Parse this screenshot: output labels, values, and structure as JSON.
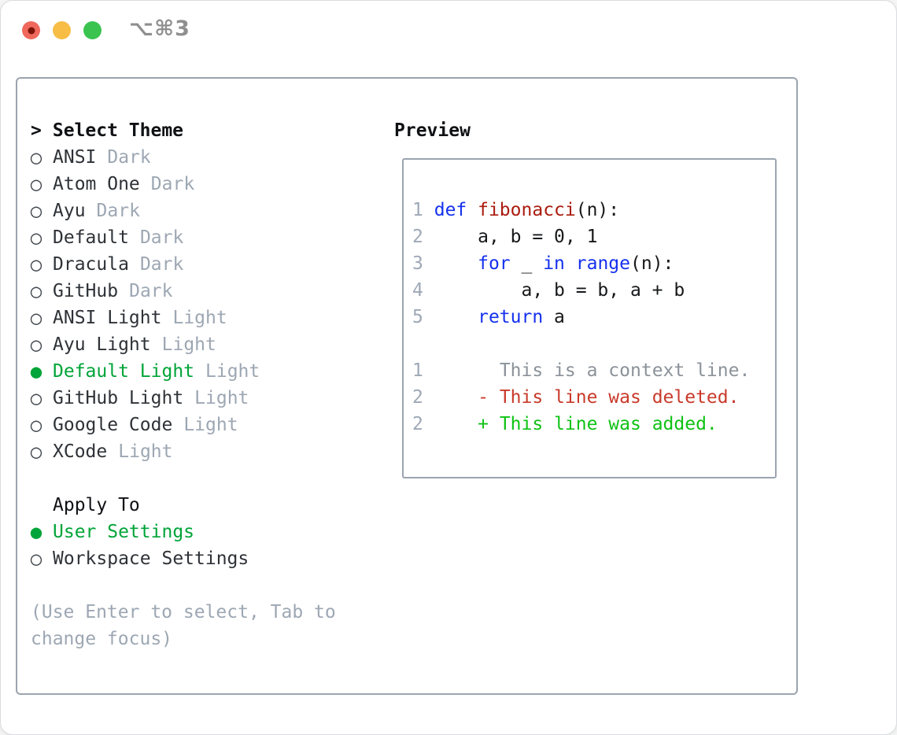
{
  "palette": {
    "tl_red": "#f0685c",
    "tl_red_dot": "#7e1409",
    "tl_yellow": "#f7bd45",
    "tl_green": "#3ac44f",
    "shortcut": "#8f8f8f",
    "panel_border": "#9ba4af",
    "heading": "#101114",
    "text": "#2e3237",
    "muted": "#9da7b3",
    "radio": "#43484e",
    "accent": "#00a438",
    "line_number": "#9ea8b6",
    "code_text": "#17181a",
    "keyword": "#1431ee",
    "function": "#aa1c0f",
    "context": "#8b9299",
    "deleted": "#c93a2b",
    "added": "#0fc214"
  },
  "glyphs": {
    "radio_unselected": "○",
    "radio_selected": "●"
  },
  "window": {
    "shortcut_label": "⌥⌘3"
  },
  "theme_list": {
    "prompt": ">",
    "title": "Select Theme",
    "items": [
      {
        "name": "ANSI",
        "variant": "Dark",
        "selected": false
      },
      {
        "name": "Atom One",
        "variant": "Dark",
        "selected": false
      },
      {
        "name": "Ayu",
        "variant": "Dark",
        "selected": false
      },
      {
        "name": "Default",
        "variant": "Dark",
        "selected": false
      },
      {
        "name": "Dracula",
        "variant": "Dark",
        "selected": false
      },
      {
        "name": "GitHub",
        "variant": "Dark",
        "selected": false
      },
      {
        "name": "ANSI Light",
        "variant": "Light",
        "selected": false
      },
      {
        "name": "Ayu Light",
        "variant": "Light",
        "selected": false
      },
      {
        "name": "Default Light",
        "variant": "Light",
        "selected": true
      },
      {
        "name": "GitHub Light",
        "variant": "Light",
        "selected": false
      },
      {
        "name": "Google Code",
        "variant": "Light",
        "selected": false
      },
      {
        "name": "XCode",
        "variant": "Light",
        "selected": false
      }
    ]
  },
  "apply_to": {
    "title": "Apply To",
    "options": [
      {
        "label": "User Settings",
        "selected": true
      },
      {
        "label": "Workspace Settings",
        "selected": false
      }
    ]
  },
  "hint": "(Use Enter to select, Tab to change focus)",
  "preview": {
    "title": "Preview",
    "code_lines": [
      {
        "num": "1",
        "tokens": [
          [
            "kw",
            "def "
          ],
          [
            "fn",
            "fibonacci"
          ],
          [
            "pl",
            "(n):"
          ]
        ]
      },
      {
        "num": "2",
        "tokens": [
          [
            "pl",
            "    a, b = 0, 1"
          ]
        ]
      },
      {
        "num": "3",
        "tokens": [
          [
            "pl",
            "    "
          ],
          [
            "kw",
            "for"
          ],
          [
            "pl",
            " _ "
          ],
          [
            "kw",
            "in"
          ],
          [
            "pl",
            " "
          ],
          [
            "kw",
            "range"
          ],
          [
            "pl",
            "(n):"
          ]
        ]
      },
      {
        "num": "4",
        "tokens": [
          [
            "pl",
            "        a, b = b, a + b"
          ]
        ]
      },
      {
        "num": "5",
        "tokens": [
          [
            "pl",
            "    "
          ],
          [
            "kw",
            "return"
          ],
          [
            "pl",
            " a"
          ]
        ]
      }
    ],
    "diff_lines": [
      {
        "num": "1",
        "marker": " ",
        "text": "This is a context line.",
        "type": "ctx"
      },
      {
        "num": "2",
        "marker": "-",
        "text": "This line was deleted.",
        "type": "del"
      },
      {
        "num": "2",
        "marker": "+",
        "text": "This line was added.",
        "type": "add"
      }
    ]
  }
}
